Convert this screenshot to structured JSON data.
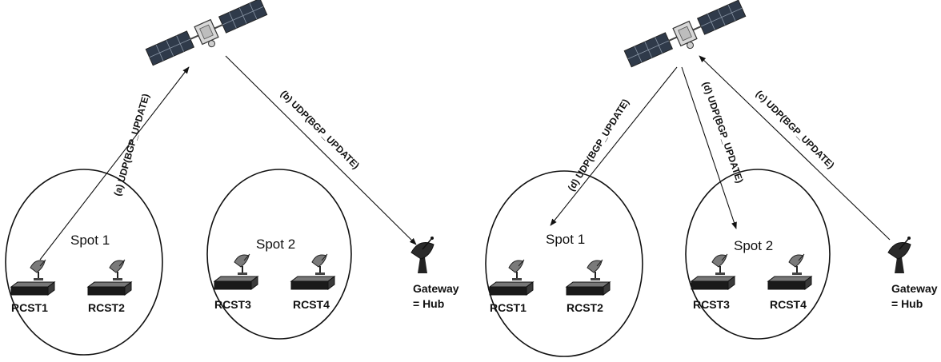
{
  "left_panel": {
    "spot1": {
      "label": "Spot 1",
      "terminals": [
        "RCST1",
        "RCST2"
      ]
    },
    "spot2": {
      "label": "Spot 2",
      "terminals": [
        "RCST3",
        "RCST4"
      ]
    },
    "gateway": {
      "line1": "Gateway",
      "line2": "= Hub"
    },
    "arrows": {
      "a": "(a) UDP(BGP_UPDATE)",
      "b": "(b) UDP(BGP_UPDATE)"
    }
  },
  "right_panel": {
    "spot1": {
      "label": "Spot 1",
      "terminals": [
        "RCST1",
        "RCST2"
      ]
    },
    "spot2": {
      "label": "Spot 2",
      "terminals": [
        "RCST3",
        "RCST4"
      ]
    },
    "gateway": {
      "line1": "Gateway",
      "line2": "= Hub"
    },
    "arrows": {
      "d1": "(d) UDP(BGP_UPDATE)",
      "d2": "(d) UDP(BGP_UPDATE)",
      "c": "(c) UDP(BGP_UPDATE)"
    }
  },
  "icons": {
    "satellite": "satellite-icon",
    "dish": "satellite-dish-icon",
    "terminal": "rcst-terminal-icon"
  }
}
